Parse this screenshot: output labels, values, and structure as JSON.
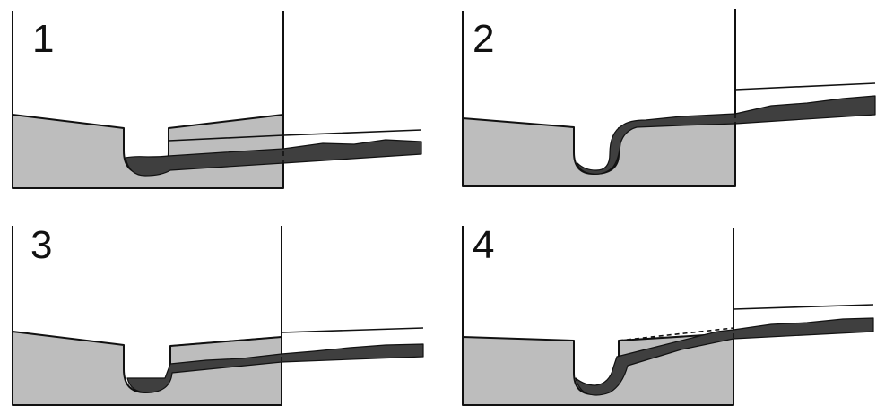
{
  "panels": [
    {
      "id": "panel-1",
      "label": "1"
    },
    {
      "id": "panel-2",
      "label": "2"
    },
    {
      "id": "panel-3",
      "label": "3"
    },
    {
      "id": "panel-4",
      "label": "4"
    }
  ],
  "colors": {
    "substrate_fill": "#bdbdbd",
    "deposit_fill": "#3f3f3f",
    "outline": "#111111",
    "background": "#ffffff"
  }
}
